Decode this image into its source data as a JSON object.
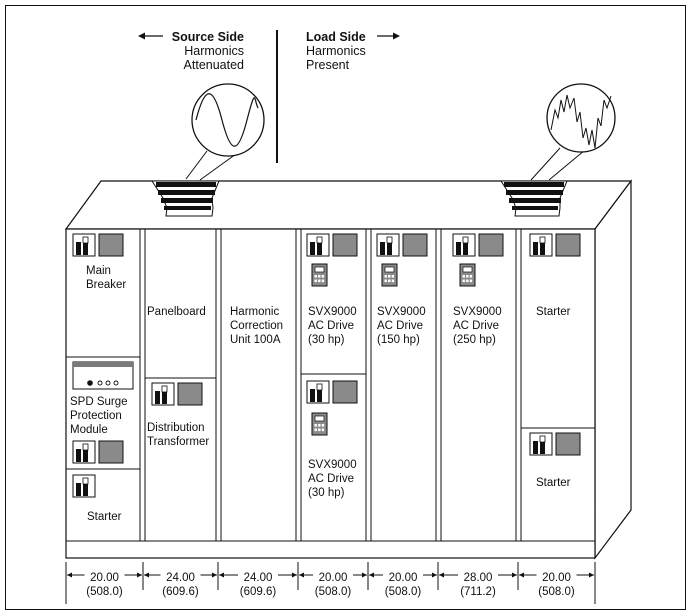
{
  "header": {
    "source": {
      "title": "Source Side",
      "lines": [
        "Harmonics",
        "Attenuated"
      ]
    },
    "load": {
      "title": "Load Side",
      "lines": [
        "Harmonics",
        "Present"
      ]
    }
  },
  "sections": [
    {
      "id": "s1",
      "labels": [
        {
          "key": "main_breaker",
          "lines": [
            "Main",
            "Breaker"
          ]
        },
        {
          "key": "spd",
          "lines": [
            "SPD Surge",
            "Protection",
            "Module"
          ]
        },
        {
          "key": "starter",
          "lines": [
            "Starter"
          ]
        }
      ]
    },
    {
      "id": "s2",
      "labels": [
        {
          "key": "panelboard",
          "lines": [
            "Panelboard"
          ]
        },
        {
          "key": "distribution_transformer",
          "lines": [
            "Distribution",
            "Transformer"
          ]
        }
      ]
    },
    {
      "id": "s3",
      "labels": [
        {
          "key": "harmonic_correction_unit",
          "lines": [
            "Harmonic",
            "Correction",
            "Unit 100A"
          ]
        }
      ]
    },
    {
      "id": "s4",
      "labels": [
        {
          "key": "svx_drive_30hp_top",
          "lines": [
            "SVX9000",
            "AC Drive",
            "(30 hp)"
          ]
        },
        {
          "key": "svx_drive_30hp_bottom",
          "lines": [
            "SVX9000",
            "AC Drive",
            "(30 hp)"
          ]
        }
      ]
    },
    {
      "id": "s5",
      "labels": [
        {
          "key": "svx_drive_150hp",
          "lines": [
            "SVX9000",
            "AC Drive",
            "(150 hp)"
          ]
        }
      ]
    },
    {
      "id": "s6",
      "labels": [
        {
          "key": "svx_drive_250hp",
          "lines": [
            "SVX9000",
            "AC Drive",
            "(250 hp)"
          ]
        }
      ]
    },
    {
      "id": "s7",
      "labels": [
        {
          "key": "starter_top",
          "lines": [
            "Starter"
          ]
        },
        {
          "key": "starter_bottom",
          "lines": [
            "Starter"
          ]
        }
      ]
    }
  ],
  "dimensions": [
    {
      "value": "20.00",
      "metric": "(508.0)"
    },
    {
      "value": "24.00",
      "metric": "(609.6)"
    },
    {
      "value": "24.00",
      "metric": "(609.6)"
    },
    {
      "value": "20.00",
      "metric": "(508.0)"
    },
    {
      "value": "20.00",
      "metric": "(508.0)"
    },
    {
      "value": "28.00",
      "metric": "(711.2)"
    },
    {
      "value": "20.00",
      "metric": "(508.0)"
    }
  ],
  "colors": {
    "line": "#111111",
    "fill": "#ffffff",
    "meter": "#7a7a7a",
    "drive": "#8a8a8a"
  }
}
